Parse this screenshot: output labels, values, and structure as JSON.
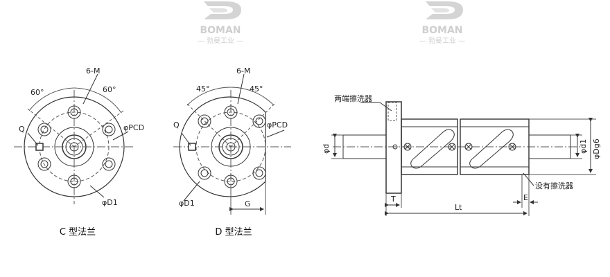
{
  "watermark": {
    "brand": "BOMAN",
    "tagline": "— 勃曼工业 —"
  },
  "flange_c": {
    "caption": "C 型法兰",
    "holes": "6-M",
    "angle_left": "60°",
    "angle_right": "60°",
    "q": "Q",
    "pcd": "φPCD",
    "d1": "φD1"
  },
  "flange_d": {
    "caption": "D 型法兰",
    "holes": "6-M",
    "angle_left": "45°",
    "angle_right": "45°",
    "q": "Q",
    "pcd": "φPCD",
    "d1": "φD1",
    "g": "G"
  },
  "side_view": {
    "washer_both_ends": "两端擦洗器",
    "no_washer": "没有擦洗器",
    "d": "φd",
    "d1": "φd1",
    "dg6": "φDg6",
    "t": "T",
    "lt": "Lt",
    "e": "E"
  },
  "colors": {
    "line": "#333333",
    "dash": "#555555",
    "watermark": "#cccccc"
  }
}
